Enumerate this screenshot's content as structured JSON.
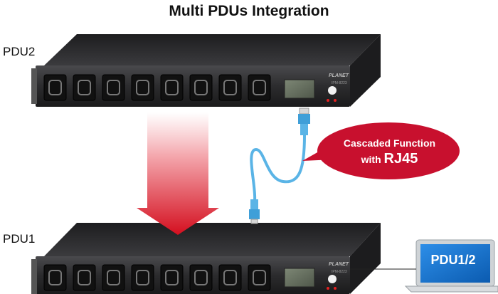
{
  "title": "Multi PDUs Integration",
  "pdu_top": {
    "label": "PDU2",
    "outlets": 8,
    "brand": "PLANET",
    "model": "IPM-8223"
  },
  "pdu_bottom": {
    "label": "PDU1",
    "outlets": 8,
    "brand": "PLANET",
    "model": "IPM-8223"
  },
  "callout": {
    "line1": "Cascaded Function",
    "line2_prefix": "with ",
    "line2_emphasis": "RJ45"
  },
  "laptop": {
    "screen_text": "PDU1/2"
  },
  "colors": {
    "bubble": "#c8102e",
    "arrow": "#e01a2a",
    "cable": "#5ab4e6",
    "laptop_screen": "#1e7fd6",
    "pdu_body": "#3a3a3a"
  },
  "icons": [
    "arrow-down-icon",
    "rj45-connector-icon",
    "laptop-icon",
    "power-button-icon",
    "lcd-display-icon"
  ]
}
